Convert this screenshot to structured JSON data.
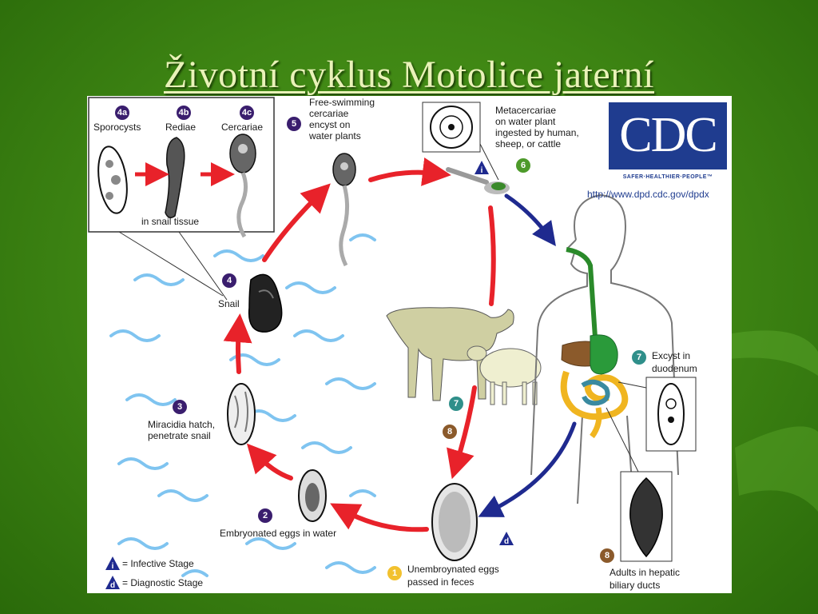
{
  "title": "Životní cyklus Motolice jaterní",
  "source_url": "http://www.dpd.cdc.gov/dpdx",
  "logo": {
    "text": "CDC",
    "tagline": "SAFER·HEALTHIER·PEOPLE™"
  },
  "colors": {
    "background": "#3d8413",
    "title": "#e9f2b8",
    "red_arrow": "#e8222a",
    "blue_arrow": "#1f2a8f",
    "water": "#7fc4f0"
  },
  "stages": {
    "s4a": {
      "num": "4a",
      "label": "Sporocysts"
    },
    "s4b": {
      "num": "4b",
      "label": "Rediae"
    },
    "s4c": {
      "num": "4c",
      "label": "Cercariae"
    },
    "snail_tissue": "in snail tissue",
    "s5": {
      "num": "5",
      "label_lines": [
        "Free-swimming",
        "cercariae",
        "encyst on",
        "water plants"
      ]
    },
    "s6": {
      "num": "6",
      "label_lines": [
        "Metacercariae",
        "on water plant",
        "ingested by human,",
        "sheep, or cattle"
      ]
    },
    "s4": {
      "num": "4",
      "label": "Snail"
    },
    "s3": {
      "num": "3",
      "label_lines": [
        "Miracidia hatch,",
        "penetrate snail"
      ]
    },
    "s2": {
      "num": "2",
      "label": "Embryonated eggs in water"
    },
    "s1": {
      "num": "1",
      "label_lines": [
        "Unembroynated eggs",
        "passed in feces"
      ]
    },
    "s7": {
      "num": "7",
      "label_lines": [
        "Excyst in",
        "duodenum"
      ]
    },
    "s7_animal": {
      "num": "7"
    },
    "s8_animal": {
      "num": "8"
    },
    "s8": {
      "num": "8",
      "label_lines": [
        "Adults in hepatic",
        "biliary ducts"
      ]
    }
  },
  "legend": {
    "infective": {
      "symbol": "i",
      "label": "= Infective Stage"
    },
    "diagnostic": {
      "symbol": "d",
      "label": "= Diagnostic Stage"
    }
  },
  "markers": {
    "infective_symbol": "i",
    "diagnostic_symbol": "d"
  }
}
